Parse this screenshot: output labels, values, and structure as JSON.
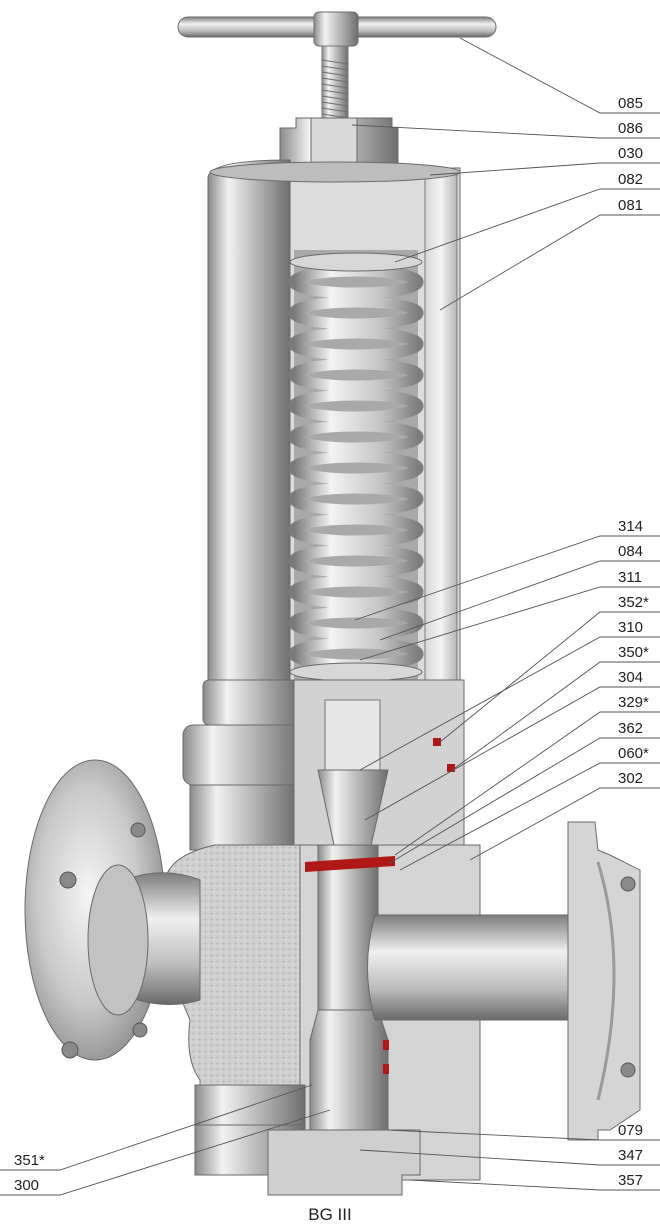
{
  "caption": "BG III",
  "colors": {
    "background": "#ffffff",
    "metal_light": "#e6e6e6",
    "metal_dark": "#8c8c8c",
    "section": "#cfcfcf",
    "gasket": "#b01818",
    "line": "#555555"
  },
  "right_labels": [
    "085",
    "086",
    "030",
    "082",
    "081",
    "314",
    "084",
    "311",
    "352*",
    "310",
    "350*",
    "304",
    "329*",
    "362",
    "060*",
    "302",
    "079",
    "347",
    "357"
  ],
  "left_labels": [
    "351*",
    "300"
  ]
}
